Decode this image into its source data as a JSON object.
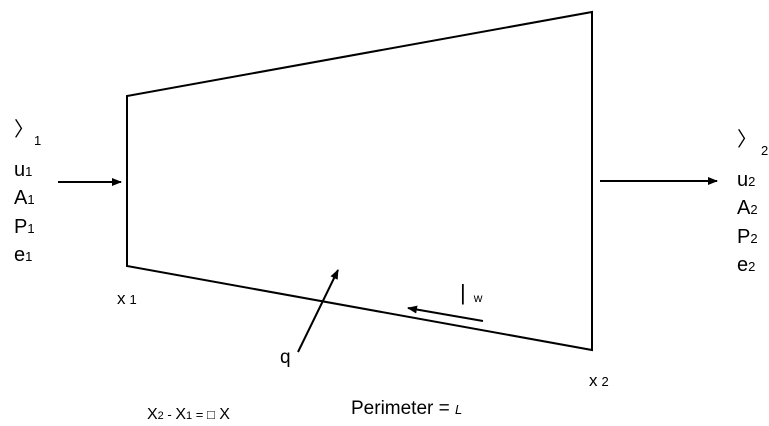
{
  "inlet": {
    "density_symbol": "〉",
    "density_sub": "1",
    "rows": [
      {
        "sym": "u",
        "sub": "1"
      },
      {
        "sym": "A",
        "sub": "1"
      },
      {
        "sym": "P",
        "sub": "1"
      },
      {
        "sym": "e",
        "sub": "1"
      }
    ]
  },
  "outlet": {
    "density_symbol": "〉",
    "density_sub": "2",
    "rows": [
      {
        "sym": "u",
        "sub": "2"
      },
      {
        "sym": "A",
        "sub": "2"
      },
      {
        "sym": "P",
        "sub": "2"
      },
      {
        "sym": "e",
        "sub": "2"
      }
    ]
  },
  "x1": {
    "sym": "x",
    "sub": "1"
  },
  "x2": {
    "sym": "x",
    "sub": "2"
  },
  "heat_label": "q",
  "shear": {
    "sym": "|",
    "sub": "w"
  },
  "perimeter": {
    "text": "Perimeter = ",
    "var": "L"
  },
  "length_eq": {
    "a": "X",
    "a_sub": "2",
    "minus": " - ",
    "b": "X",
    "b_sub": "1",
    "eq": " = ",
    "delta": "□",
    "c": " X"
  },
  "colors": {
    "line": "#000000",
    "background": "#ffffff"
  }
}
